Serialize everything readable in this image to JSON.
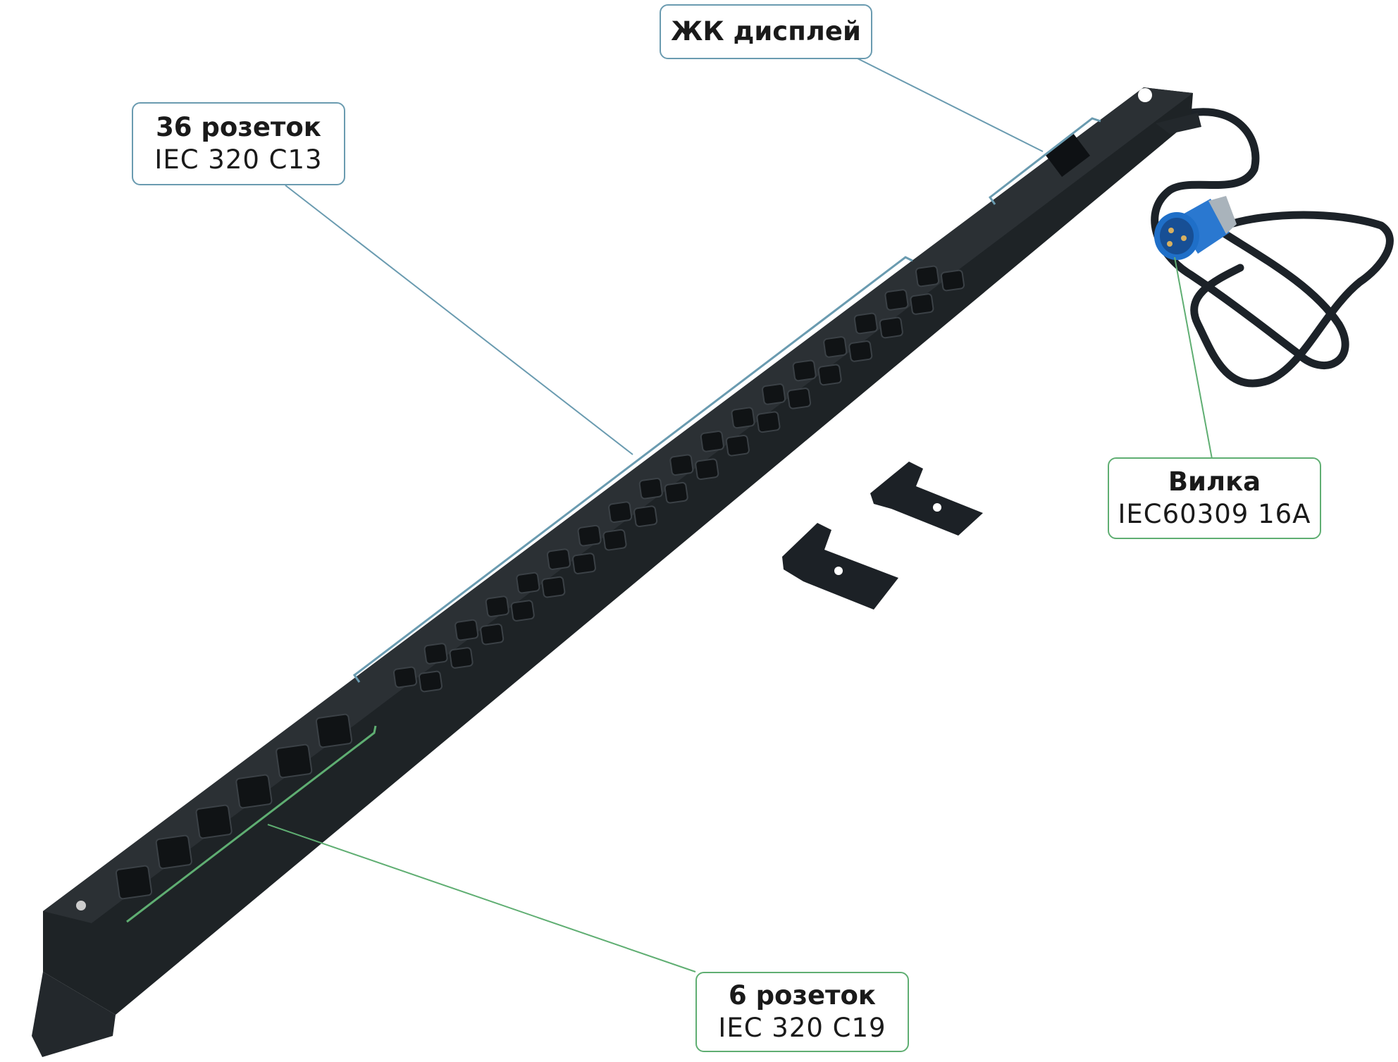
{
  "callouts": {
    "lcd": {
      "title": "ЖК дисплей"
    },
    "c13": {
      "title": "36 розеток",
      "subtitle": "IEC 320 C13"
    },
    "c19": {
      "title": "6 розеток",
      "subtitle": "IEC 320 C19"
    },
    "plug": {
      "title": "Вилка",
      "subtitle": "IEC60309 16A"
    }
  },
  "colors": {
    "blue_line": "#6a9bb0",
    "green_line": "#5fae72",
    "body": "#1e2326",
    "plug": "#1f6fc8"
  }
}
